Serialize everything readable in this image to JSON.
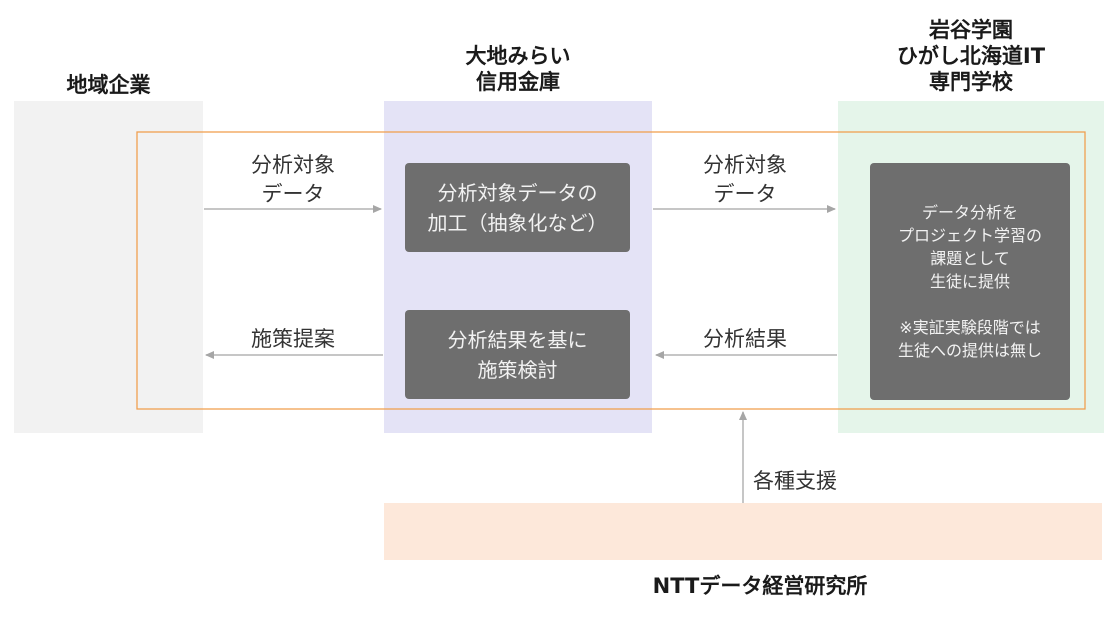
{
  "columns": {
    "local_business": {
      "title": "地域企業",
      "bg": "#f2f2f2"
    },
    "bank": {
      "title": "大地みらい\n信用金庫",
      "bg": "#e4e3f6"
    },
    "school": {
      "title": "岩谷学園\nひがし北海道IT\n専門学校",
      "bg": "#e5f5ea"
    }
  },
  "boxes": {
    "data_processing": "分析対象データの\n加工（抽象化など）",
    "policy_review": "分析結果を基に\n施策検討",
    "school_task": "データ分析を\nプロジェクト学習の\n課題として\n生徒に提供\n\n※実証実験段階では\n生徒への提供は無し"
  },
  "flows": {
    "biz_to_bank": "分析対象\nデータ",
    "bank_to_school": "分析対象\nデータ",
    "school_to_bank": "分析結果",
    "bank_to_biz": "施策提案",
    "support": "各種支援"
  },
  "support_org": {
    "title": "NTTデータ経営研究所",
    "bg": "#fde8da"
  },
  "colors": {
    "boundary_orange": "#f0a050",
    "arrow_gray": "#b3b3b3",
    "box_gray": "#6e6e6e"
  }
}
